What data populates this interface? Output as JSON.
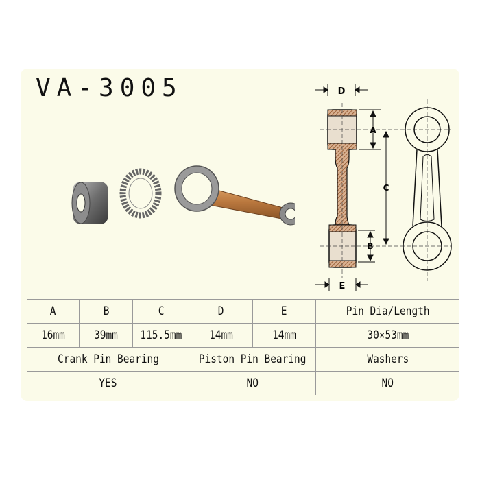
{
  "title": "VA-3005",
  "diagram": {
    "dim_labels": {
      "d": "D",
      "a": "A",
      "c": "C",
      "b": "B",
      "e": "E"
    }
  },
  "table": {
    "headers": [
      "A",
      "B",
      "C",
      "D",
      "E",
      "Pin Dia/Length"
    ],
    "values": [
      "16mm",
      "39mm",
      "115.5mm",
      "14mm",
      "14mm",
      "30×53mm"
    ],
    "bearing_headers": [
      "Crank Pin Bearing",
      "Piston Pin Bearing",
      "Washers"
    ],
    "bearing_values": [
      "YES",
      "NO",
      "NO"
    ]
  },
  "colors": {
    "background": "#fbfbe9",
    "rod": "#c9894f",
    "metal": "#8a8a8a"
  }
}
